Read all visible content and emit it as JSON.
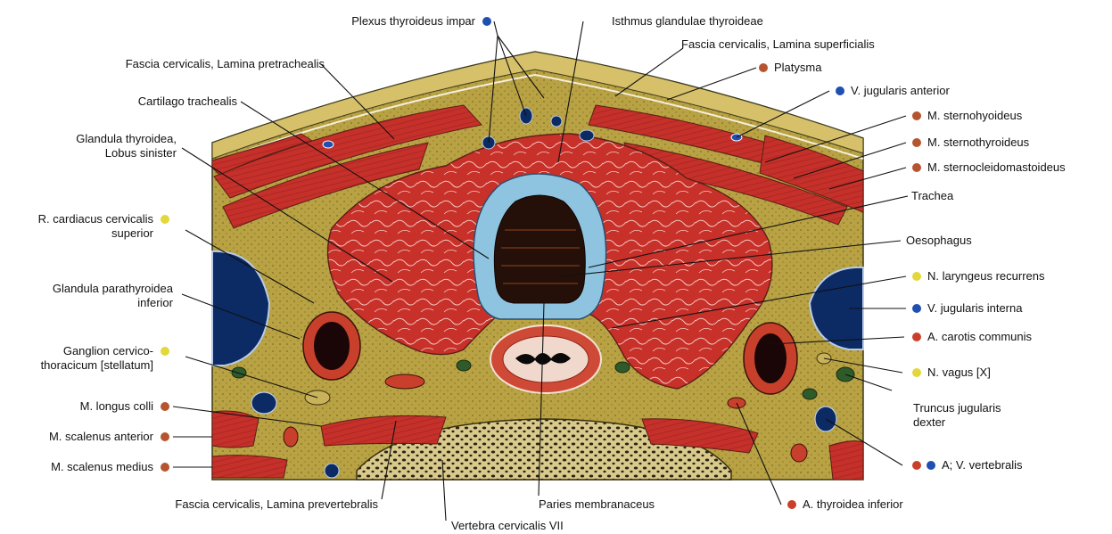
{
  "labels": {
    "plexus_thyroideus_impar": "Plexus thyroideus impar",
    "isthmus_glandulae_thyroideae": "Isthmus glandulae thyroideae",
    "fascia_lamina_superficialis": "Fascia cervicalis, Lamina superficialis",
    "fascia_lamina_pretrachealis": "Fascia cervicalis, Lamina pretrachealis",
    "platysma": "Platysma",
    "v_jugularis_anterior": "V. jugularis anterior",
    "cartilago_trachealis": "Cartilago trachealis",
    "m_sternohyoideus": "M. sternohyoideus",
    "glandula_thyroidea_1": "Glandula thyroidea,",
    "glandula_thyroidea_2": "Lobus sinister",
    "m_sternothyroideus": "M. sternothyroideus",
    "m_sternocleidomastoideus": "M. sternocleidomastoideus",
    "trachea": "Trachea",
    "r_cardiacus_1": "R. cardiacus cervicalis",
    "r_cardiacus_2": "superior",
    "oesophagus": "Oesophagus",
    "glandula_parathyroidea_1": "Glandula parathyroidea",
    "glandula_parathyroidea_2": "inferior",
    "n_laryngeus_recurrens": "N. laryngeus recurrens",
    "v_jugularis_interna": "V. jugularis interna",
    "ganglion_1": "Ganglion cervico-",
    "ganglion_2": "thoracicum [stellatum]",
    "a_carotis_communis": "A. carotis communis",
    "n_vagus": "N. vagus [X]",
    "m_longus_colli": "M. longus colli",
    "truncus_jugularis_1": "Truncus jugularis",
    "truncus_jugularis_2": "dexter",
    "m_scalenus_anterior": "M. scalenus anterior",
    "a_v_vertebralis": "A; V. vertebralis",
    "m_scalenus_medius": "M. scalenus medius",
    "fascia_lamina_prevertebralis": "Fascia cervicalis, Lamina prevertebralis",
    "paries_membranaceus": "Paries  membranaceus",
    "a_thyroidea_inferior": "A. thyroidea inferior",
    "vertebra_cervicalis": "Vertebra cervicalis VII"
  },
  "colors": {
    "artery_red": "#c8402c",
    "vein_blue": "#1f4fb0",
    "nerve_yellow": "#e2d83a",
    "muscle_brown": "#b5542e",
    "muscle_red": "#c3302a",
    "fat_yellow": "#bba446",
    "cartilage_blue": "#8fc4e0",
    "vein_dark": "#0c2a63",
    "bone": "#d8c98a"
  }
}
